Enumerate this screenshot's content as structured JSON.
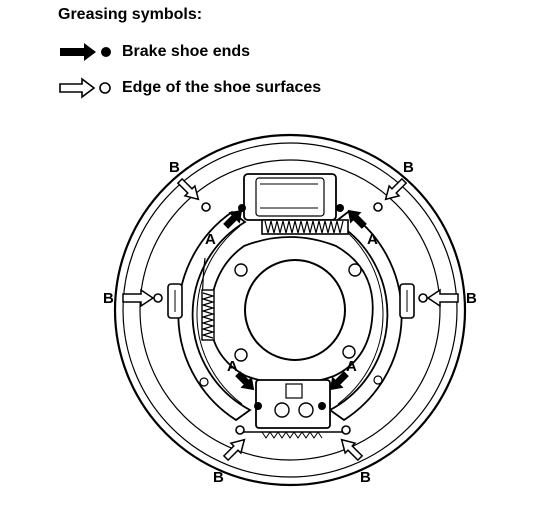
{
  "legend": {
    "title": "Greasing symbols:",
    "items": [
      {
        "label": "Brake shoe ends",
        "symbol": "filled-arrow-dot-icon"
      },
      {
        "label": "Edge of the shoe surfaces",
        "symbol": "hollow-arrow-circle-icon"
      }
    ]
  },
  "callouts": {
    "a": "A",
    "b": "B"
  }
}
